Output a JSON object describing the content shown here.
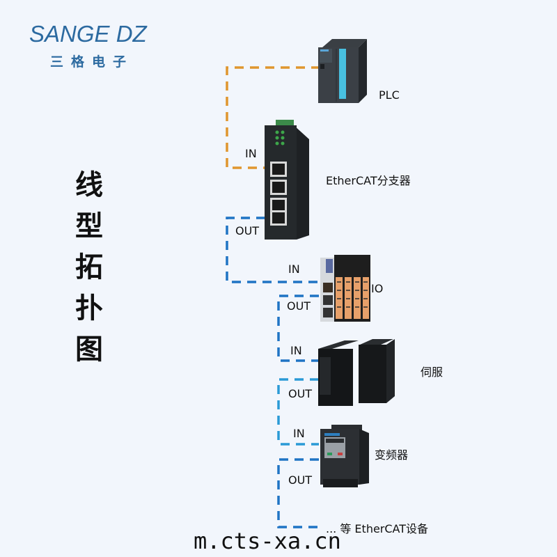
{
  "logo": {
    "brand_en": "SANGE DZ",
    "brand_cn": "三格电子",
    "color": "#2c6aa0"
  },
  "title": {
    "chars": [
      "线",
      "型",
      "拓",
      "扑",
      "图"
    ]
  },
  "colors": {
    "background": "#f2f6fc",
    "in_line_plc": "#e0962e",
    "network_line": "#1f74c4",
    "network_line_light": "#2a9ad6"
  },
  "devices": [
    {
      "id": "plc",
      "label": "PLC"
    },
    {
      "id": "splitter",
      "label": "EtherCAT分支器"
    },
    {
      "id": "io",
      "label": "IO"
    },
    {
      "id": "servo",
      "label": "伺服"
    },
    {
      "id": "vfd",
      "label": "变频器"
    }
  ],
  "ports": {
    "splitter_in": "IN",
    "splitter_out": "OUT",
    "io_in": "IN",
    "io_out": "OUT",
    "servo_in": "IN",
    "servo_out": "OUT",
    "vfd_in": "IN",
    "vfd_out": "OUT"
  },
  "footer": {
    "more_devices": "... 等 EtherCAT设备",
    "url": "m.cts-xa.cn"
  }
}
